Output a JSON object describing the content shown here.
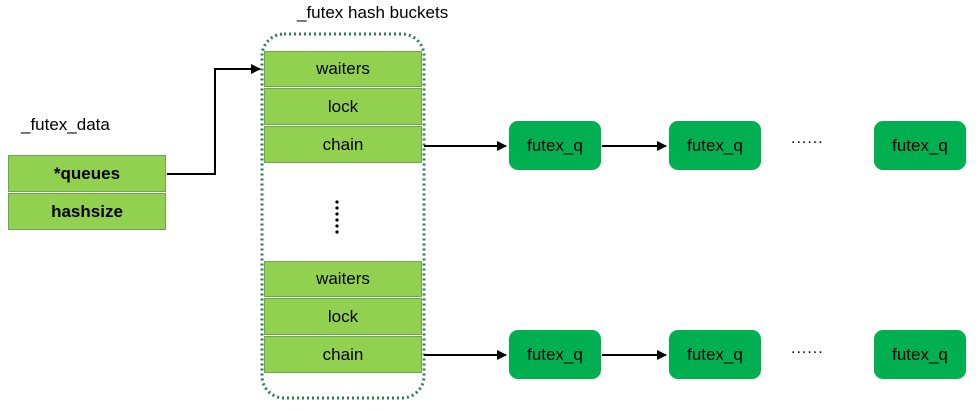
{
  "titles": {
    "buckets": "_futex hash buckets",
    "data": "_futex_data"
  },
  "futex_data": {
    "queues": "*queues",
    "hashsize": "hashsize"
  },
  "bucket_top": {
    "waiters": "waiters",
    "lock": "lock",
    "chain": "chain"
  },
  "bucket_bottom": {
    "waiters": "waiters",
    "lock": "lock",
    "chain": "chain"
  },
  "row_top": {
    "node1": "futex_q",
    "node2": "futex_q",
    "ellipsis": "......",
    "node3": "futex_q"
  },
  "row_bottom": {
    "node1": "futex_q",
    "node2": "futex_q",
    "ellipsis": "......",
    "node3": "futex_q"
  },
  "colors": {
    "light_green": "#92d050",
    "dark_green": "#00b050",
    "dotted_border": "#2e7d4f"
  }
}
